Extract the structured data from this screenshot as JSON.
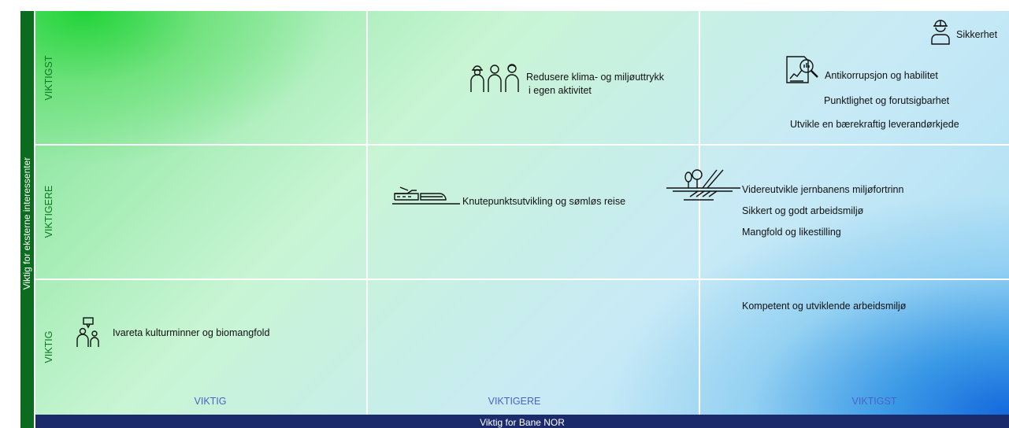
{
  "y_axis": {
    "title": "Viktig for eksterne interessenter"
  },
  "x_axis": {
    "title": "Viktig for Bane NOR"
  },
  "rows": {
    "top": "VIKTIGST",
    "middle": "VIKTIGERE",
    "bottom": "VIKTIG"
  },
  "columns": {
    "left": "VIKTIG",
    "middle": "VIKTIGERE",
    "right": "VIKTIGST"
  },
  "topics": {
    "sikkerhet": "Sikkerhet",
    "klima_line1": "Redusere klima- og miljøuttrykk",
    "klima_line2": "i egen aktivitet",
    "antikorrupsjon": "Antikorrupsjon og habilitet",
    "punktlighet": "Punktlighet og forutsigbarhet",
    "leverandor": "Utvikle en bærekraftig leverandørkjede",
    "knutepunkt": "Knutepunktsutvikling og sømløs reise",
    "miljofortrinn": "Videreutvikle jernbanens miljøfortrinn",
    "arbeidsmiljo": "Sikkert og godt arbeidsmiljø",
    "mangfold": "Mangfold og likestilling",
    "kompetent": "Kompetent og utviklende arbeidsmiljø",
    "kulturminner": "Ivareta kulturminner og biomangfold"
  },
  "icons": {
    "sikkerhet": "worker-helmet-icon",
    "klima": "people-group-icon",
    "antikorrupsjon": "document-magnifier-icon",
    "knutepunkt": "train-icon",
    "miljofortrinn": "landscape-rail-icon",
    "kulturminner": "people-speech-icon"
  },
  "colors": {
    "y_axis_bar": "#0b6b1e",
    "x_axis_bar": "#1b2a6b",
    "row_label": "#0b7a22",
    "column_label": "#4a63c8"
  }
}
